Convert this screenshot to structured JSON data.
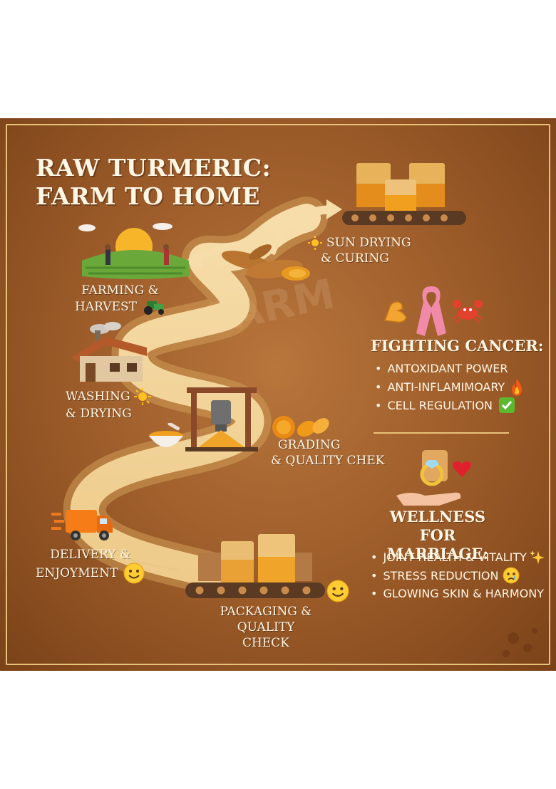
{
  "title": {
    "line1": "RAW TURMERIC:",
    "line2": "FARM TO HOME"
  },
  "watermark": "FARM",
  "steps": {
    "farming": {
      "line1": "FARMING &",
      "line2": "HARVEST",
      "icon": "tractor-icon"
    },
    "sun_drying": {
      "line1": "SUN DRYING",
      "line2": "& CURING",
      "icon": "sun-icon"
    },
    "washing": {
      "line1": "WASHING",
      "line2": "& DRYING",
      "icon": "sun-icon"
    },
    "grading": {
      "line1": "GRADING",
      "line2": "& QUALITY CHEK"
    },
    "delivery": {
      "line1": "DELIVERY &",
      "line2": "ENJOYMENT",
      "icon": "smiley-icon"
    },
    "packaging": {
      "line1": "PACKAGING &",
      "line2": "QUALITY CHECK",
      "icon": "smiley-icon"
    }
  },
  "cancer": {
    "icons": [
      "flexed-arm-icon",
      "pink-ribbon-icon",
      "crab-icon"
    ],
    "heading": "FIGHTING CANCER:",
    "items": [
      {
        "text": "ANTOXIDANT POWER",
        "icon": ""
      },
      {
        "text": "ANTI-INFLAMIMOARY",
        "icon": "fire-icon"
      },
      {
        "text": "CELL REGULATION",
        "icon": "check-mark-icon"
      }
    ]
  },
  "marriage": {
    "icons": [
      "hand-ring-icon",
      "heart-icon"
    ],
    "heading_line1": "WELLNESS FOR",
    "heading_line2": "MARRIAGE:",
    "items": [
      {
        "text": "JOINT HEALTH & VITALITY",
        "icon": "sparkles-icon"
      },
      {
        "text": "STRESS REDUCTION",
        "icon": "crying-face-icon"
      },
      {
        "text": "GLOWING SKIN & HARMONY",
        "icon": ""
      }
    ]
  },
  "colors": {
    "background": "#a3632e",
    "path": "#f3d7a0",
    "frame": "#e8c27a",
    "text": "#fff6e4",
    "turmeric": "#e89a1f",
    "ribbon": "#f08aa8",
    "heart": "#e0202a"
  }
}
